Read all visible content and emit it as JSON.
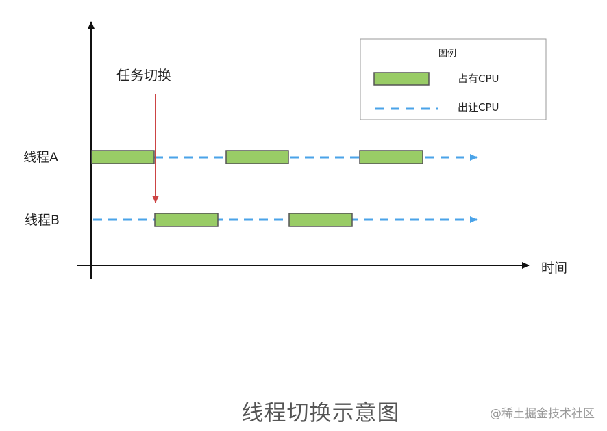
{
  "diagram": {
    "task_switch_label": "任务切换",
    "x_axis_label": "时间",
    "thread_a_label": "线程A",
    "thread_b_label": "线程B"
  },
  "legend": {
    "title": "图例",
    "occupy_label": "占有CPU",
    "yield_label": "出让CPU"
  },
  "caption": "线程切换示意图",
  "watermark": "@稀土掘金技术社区",
  "colors": {
    "cpu_bar_fill": "#99cc66",
    "cpu_bar_stroke": "#555555",
    "dash_line": "#4aa3e8",
    "switch_arrow": "#cc4444",
    "axis": "#111111"
  }
}
